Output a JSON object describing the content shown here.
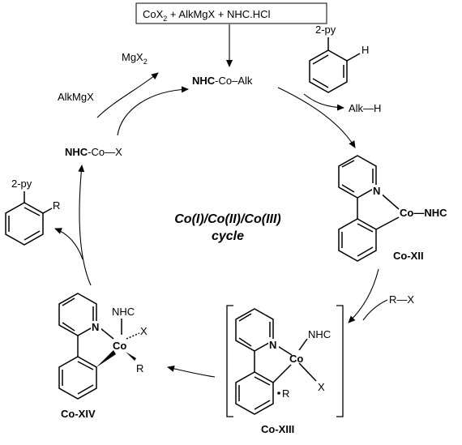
{
  "reagents_box": {
    "part1": "CoX",
    "sub1": "2",
    "part2": " + AlkMgX + NHC.HCl"
  },
  "species": {
    "nhc_co_alk": {
      "prefix": "NHC",
      "rest": "-Co–Alk"
    },
    "nhc_co_x": {
      "prefix": "NHC",
      "rest": "-Co—X"
    },
    "mgx2": {
      "main": "MgX",
      "sub": "2"
    },
    "alkmgx": "AlkMgX",
    "alk_h": "Alk—H",
    "r_x": "R—X",
    "pyridyl_substrate": {
      "label": "2-py",
      "h": "H"
    },
    "product": {
      "label": "2-py",
      "r": "R"
    }
  },
  "cycle_label": {
    "line1": "Co(I)/Co(II)/Co(III)",
    "line2": "cycle"
  },
  "complexes": {
    "co_xii": {
      "prefix": "Co-",
      "roman": "XII",
      "n": "N",
      "co_nhc": "Co—NHC"
    },
    "co_xiii": {
      "prefix": "Co-",
      "roman": "XIII",
      "n": "N",
      "co": "Co",
      "nhc": "NHC",
      "r": "R",
      "x": "X"
    },
    "co_xiv": {
      "prefix": "Co-",
      "roman": "XIV",
      "n": "N",
      "co": "Co",
      "nhc": "NHC",
      "r": "R",
      "x": "X"
    }
  }
}
